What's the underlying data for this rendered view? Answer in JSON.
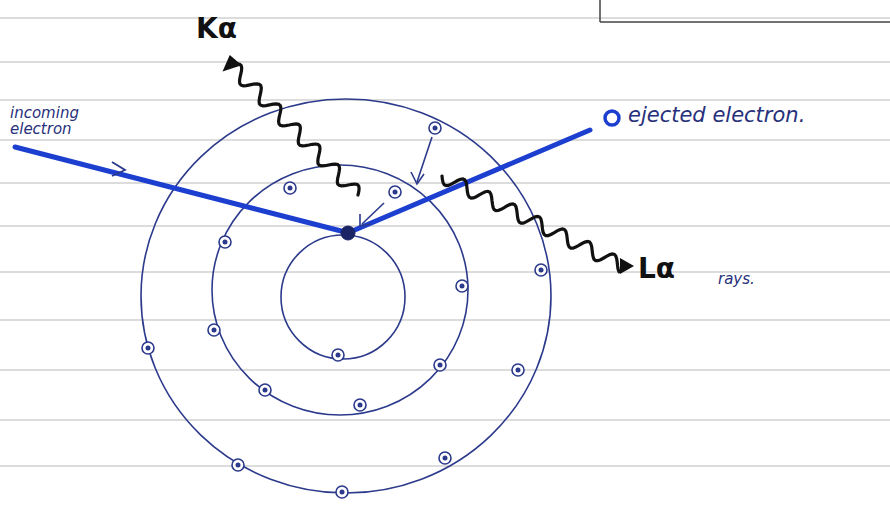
{
  "diagram": {
    "labels": [
      "Kα",
      "incoming electron",
      "ejected electron.",
      "Lα",
      "rays."
    ]
  }
}
